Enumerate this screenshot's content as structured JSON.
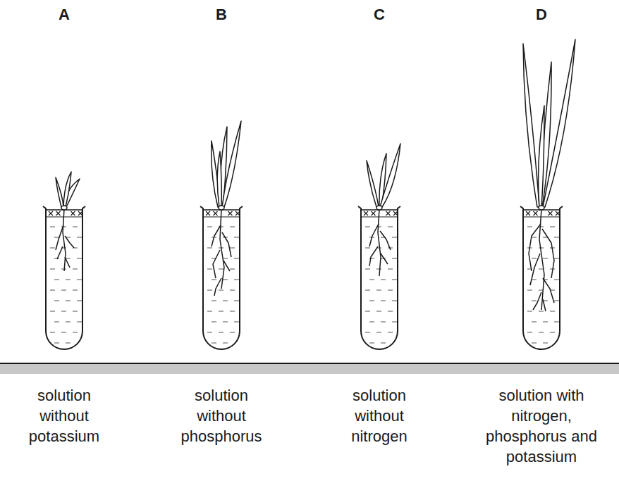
{
  "diagram": {
    "labels": [
      "A",
      "B",
      "C",
      "D",
      "solution without potassium",
      "solution without phosphorus",
      "solution without nitrogen",
      "solution with nitrogen, phosphorus and potassium"
    ]
  }
}
